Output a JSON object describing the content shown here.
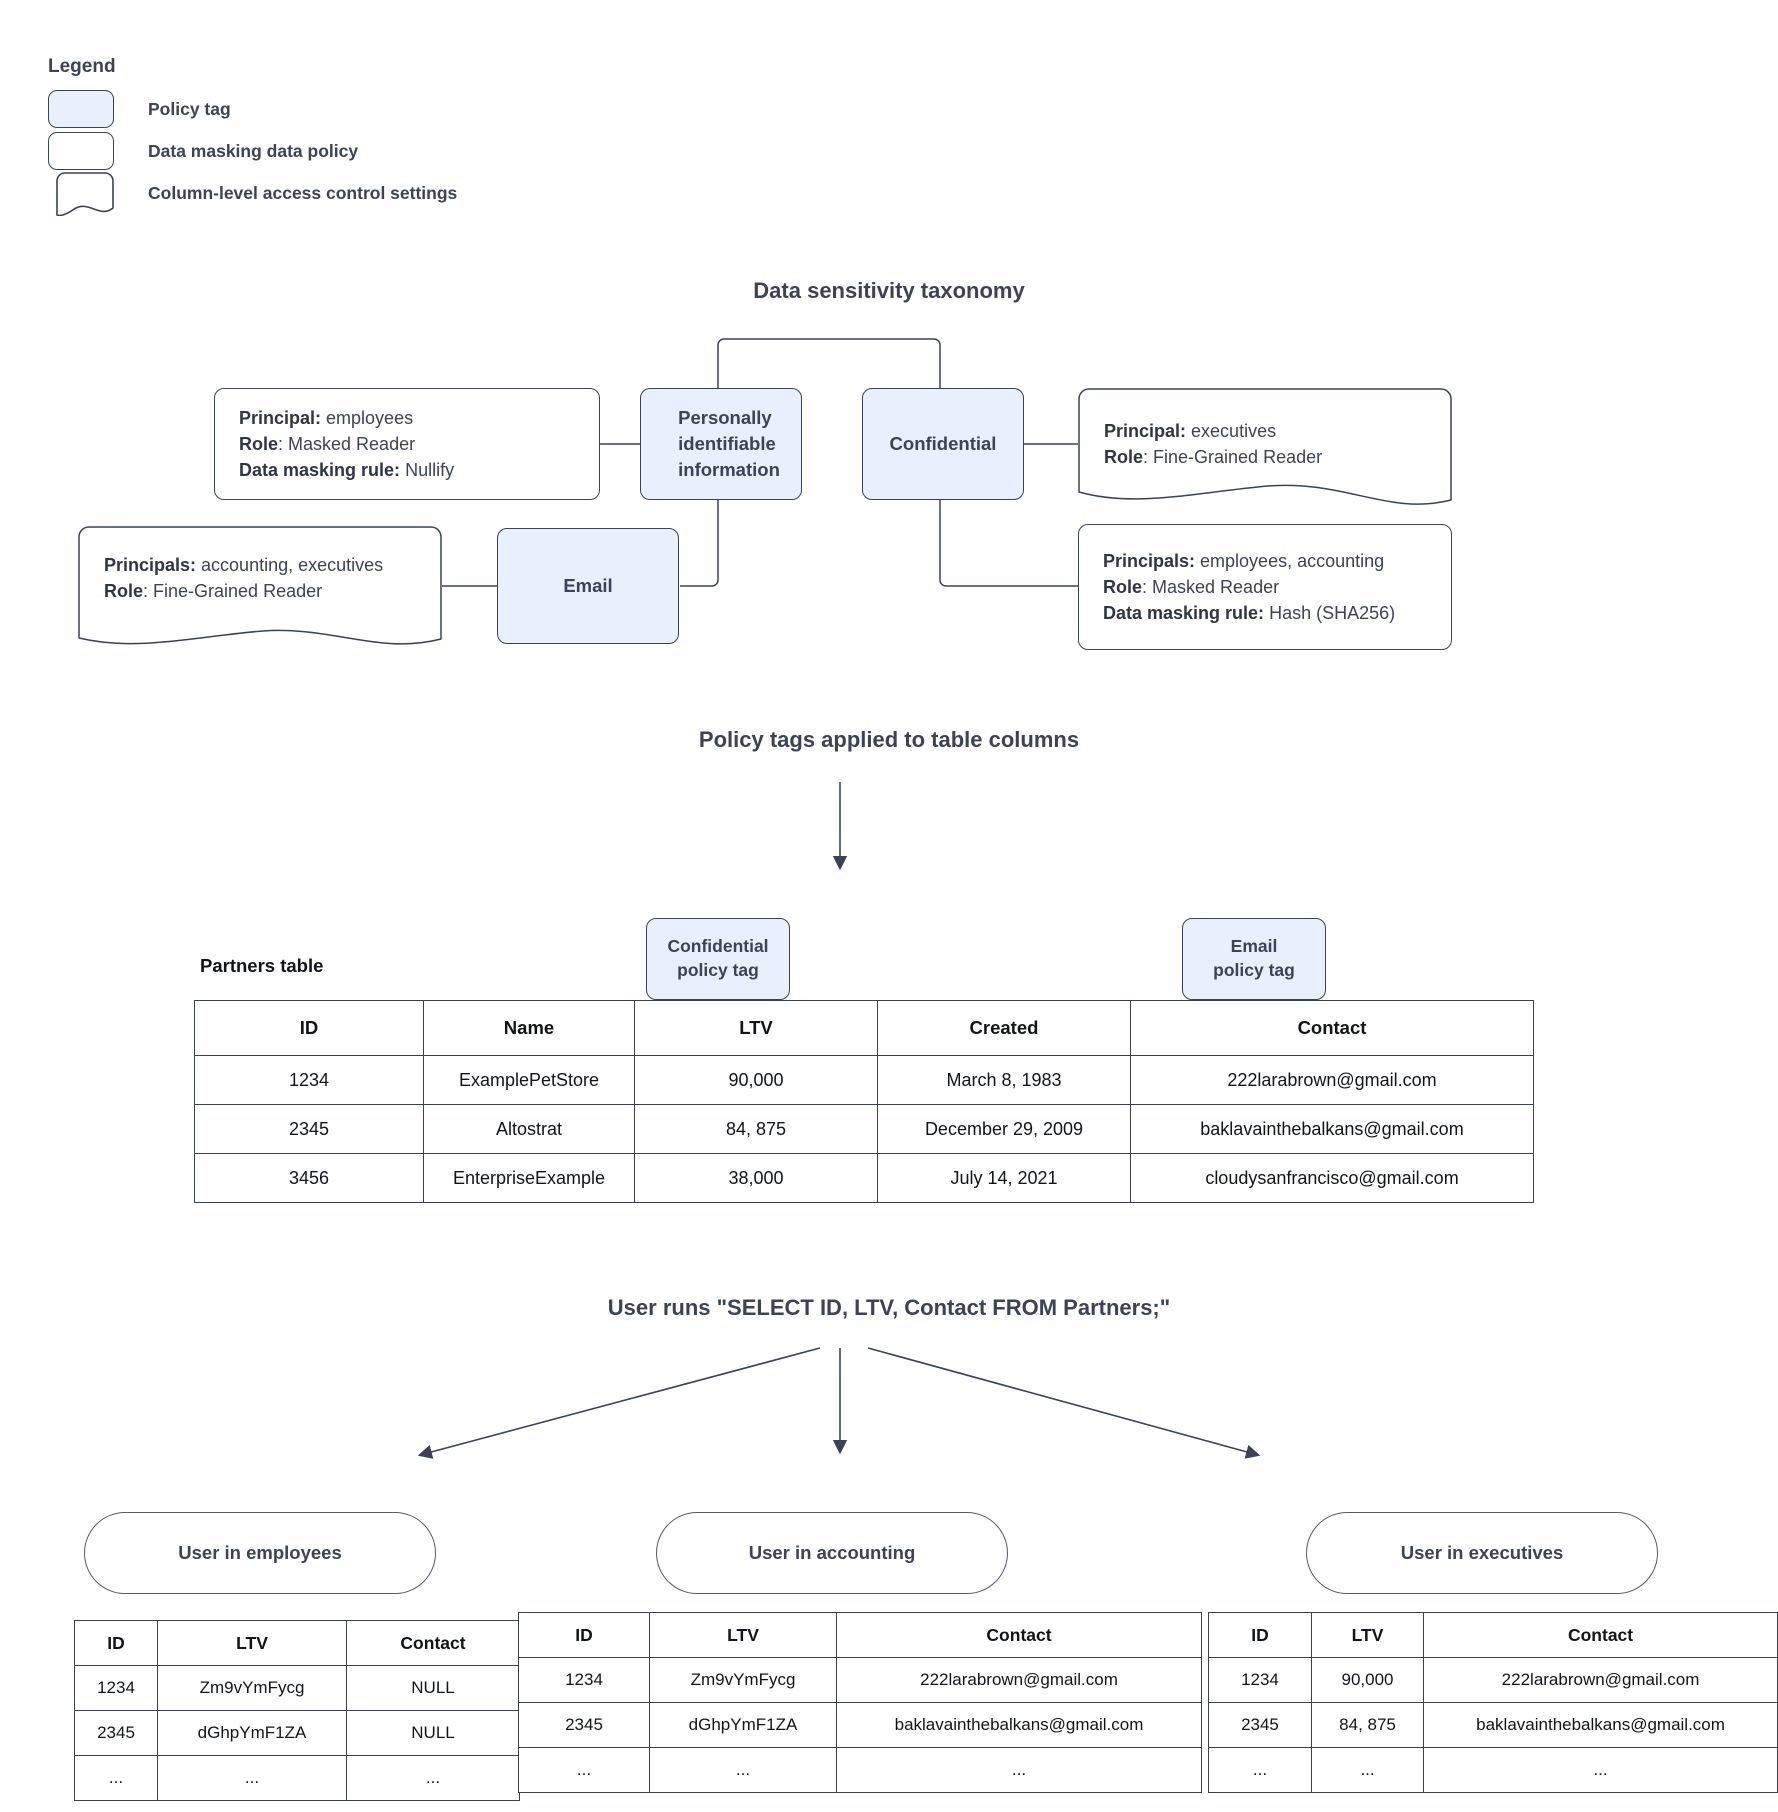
{
  "legend": {
    "title": "Legend",
    "items": [
      {
        "label": "Policy tag",
        "swatch": "policy-tag-swatch"
      },
      {
        "label": "Data masking data policy",
        "swatch": "data-masking-policy-swatch"
      },
      {
        "label": "Column-level access control settings",
        "swatch": "column-access-control-swatch"
      }
    ]
  },
  "taxonomy": {
    "title": "Data sensitivity taxonomy",
    "tags": {
      "pii": "Personally\nidentifiable\ninformation",
      "pii_line1": "Personally",
      "pii_line2": "identifiable",
      "pii_line3": "information",
      "confidential": "Confidential",
      "email": "Email"
    },
    "policy_pii_masking": {
      "principal_label": "Principal:",
      "principal_value": " employees",
      "role_label": "Role",
      "role_value": ": Masked Reader",
      "rule_label": "Data masking rule:",
      "rule_value": " Nullify"
    },
    "policy_email_access": {
      "principal_label": "Principals:",
      "principal_value": " accounting, executives",
      "role_label": "Role",
      "role_value": ": Fine-Grained Reader"
    },
    "policy_conf_access": {
      "principal_label": "Principal:",
      "principal_value": " executives",
      "role_label": "Role",
      "role_value": ": Fine-Grained Reader"
    },
    "policy_conf_masking": {
      "principal_label": "Principals:",
      "principal_value": " employees, accounting",
      "role_label": "Role",
      "role_value": ": Masked Reader",
      "rule_label": "Data masking rule:",
      "rule_value": " Hash (SHA256)"
    }
  },
  "applied": {
    "title": "Policy tags applied to table columns",
    "table_caption": "Partners table",
    "tag_confidential_line1": "Confidential",
    "tag_confidential_line2": "policy tag",
    "tag_email_line1": "Email",
    "tag_email_line2": "policy tag",
    "columns": [
      "ID",
      "Name",
      "LTV",
      "Created",
      "Contact"
    ],
    "rows": [
      [
        "1234",
        "ExamplePetStore",
        "90,000",
        "March 8, 1983",
        "222larabrown@gmail.com"
      ],
      [
        "2345",
        "Altostrat",
        "84, 875",
        "December 29, 2009",
        "baklavainthebalkans@gmail.com"
      ],
      [
        "3456",
        "EnterpriseExample",
        "38,000",
        "July 14, 2021",
        "cloudysanfrancisco@gmail.com"
      ]
    ]
  },
  "query": {
    "title": "User runs \"SELECT ID, LTV, Contact FROM Partners;\""
  },
  "results": [
    {
      "actor": "User in employees",
      "columns": [
        "ID",
        "LTV",
        "Contact"
      ],
      "rows": [
        [
          "1234",
          "Zm9vYmFycg",
          "NULL"
        ],
        [
          "2345",
          "dGhpYmF1ZA",
          "NULL"
        ],
        [
          "...",
          "...",
          "..."
        ]
      ]
    },
    {
      "actor": "User in accounting",
      "columns": [
        "ID",
        "LTV",
        "Contact"
      ],
      "rows": [
        [
          "1234",
          "Zm9vYmFycg",
          "222larabrown@gmail.com"
        ],
        [
          "2345",
          "dGhpYmF1ZA",
          "baklavainthebalkans@gmail.com"
        ],
        [
          "...",
          "...",
          "..."
        ]
      ]
    },
    {
      "actor": "User in executives",
      "columns": [
        "ID",
        "LTV",
        "Contact"
      ],
      "rows": [
        [
          "1234",
          "90,000",
          "222larabrown@gmail.com"
        ],
        [
          "2345",
          "84, 875",
          "baklavainthebalkans@gmail.com"
        ],
        [
          "...",
          "...",
          "..."
        ]
      ]
    }
  ],
  "colors": {
    "policy_tag_fill": "#e8f0fe",
    "stroke": "#3a4256",
    "text": "#3c4257"
  }
}
